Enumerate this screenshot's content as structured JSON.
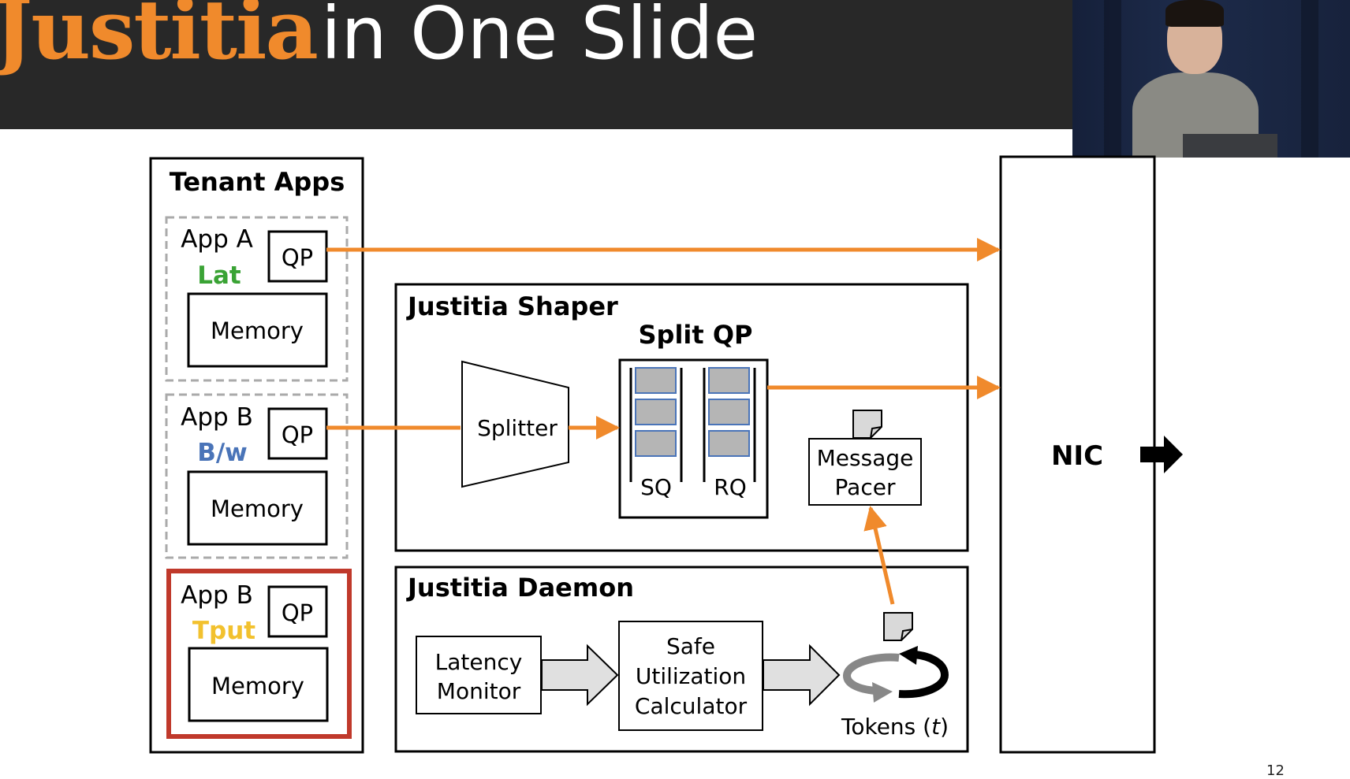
{
  "slide": {
    "title_brand": "Justitia",
    "title_rest": "in One Slide",
    "page_number": "12"
  },
  "colors": {
    "arrow": "#f08a2c",
    "lat": "#3aa335",
    "bw": "#4a74b8",
    "tput": "#f2c12e",
    "highlight": "#c0392b"
  },
  "diagram": {
    "tenant_apps": {
      "title": "Tenant Apps",
      "apps": [
        {
          "name": "App A",
          "tag": "Lat",
          "qp": "QP",
          "memory": "Memory"
        },
        {
          "name": "App B",
          "tag": "B/w",
          "qp": "QP",
          "memory": "Memory"
        },
        {
          "name": "App B",
          "tag": "Tput",
          "qp": "QP",
          "memory": "Memory"
        }
      ]
    },
    "shaper": {
      "title": "Justitia Shaper",
      "splitter": "Splitter",
      "split_qp": {
        "title": "Split QP",
        "sq": "SQ",
        "rq": "RQ"
      },
      "pacer": {
        "line1": "Message",
        "line2": "Pacer"
      }
    },
    "daemon": {
      "title": "Justitia Daemon",
      "latency_monitor": {
        "line1": "Latency",
        "line2": "Monitor"
      },
      "calculator": {
        "line1": "Safe",
        "line2": "Utilization",
        "line3": "Calculator"
      },
      "tokens": {
        "label": "Tokens (",
        "var": "t",
        "close": ")"
      }
    },
    "nic": {
      "label": "NIC"
    }
  }
}
